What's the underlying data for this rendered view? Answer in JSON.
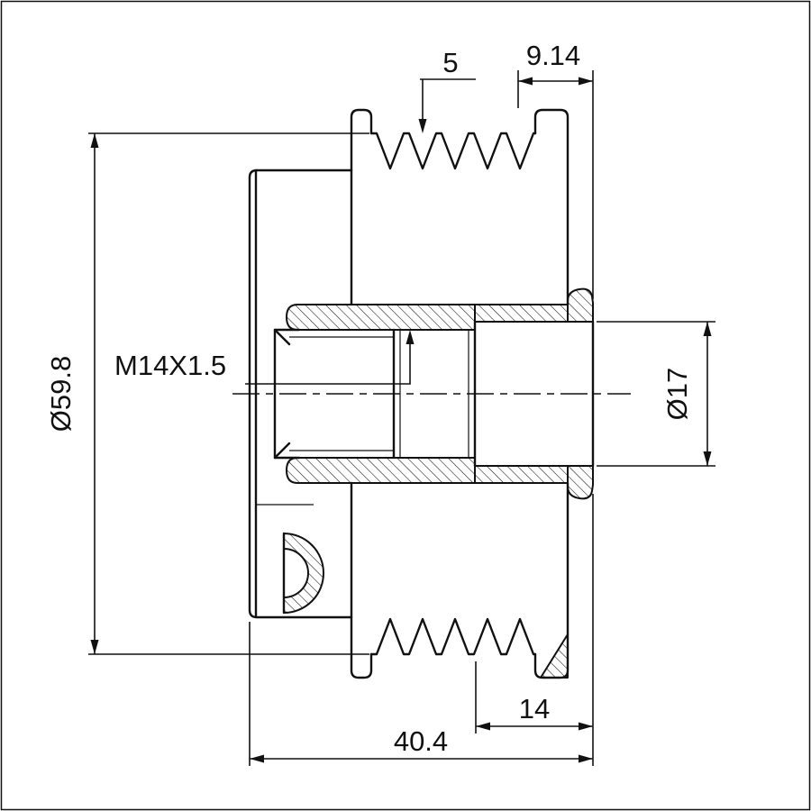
{
  "labels": {
    "groove_pitch": "5",
    "end_offset": "9.14",
    "outer_diameter": "Ø59.8",
    "thread": "M14X1.5",
    "bore_diameter": "Ø17",
    "hub_length": "14",
    "overall_width": "40.4"
  },
  "colors": {
    "line": "#111111",
    "background": "#ffffff"
  }
}
